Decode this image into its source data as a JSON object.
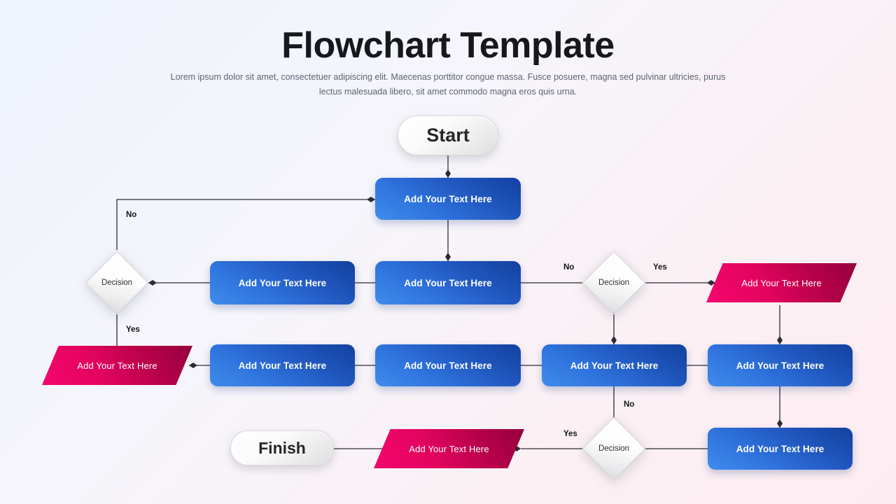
{
  "header": {
    "title": "Flowchart Template",
    "subtitle": "Lorem ipsum dolor sit amet, consectetuer adipiscing elit. Maecenas porttitor congue massa. Fusce posuere, magna sed pulvinar ultricies, purus lectus malesuada libero, sit amet commodo magna eros quis urna."
  },
  "labels": {
    "start": "Start",
    "finish": "Finish",
    "decision": "Decision",
    "process": "Add Your Text Here",
    "yes": "Yes",
    "no": "No"
  },
  "colors": {
    "blue_light": "#3f8ceb",
    "blue_dark": "#13419f",
    "pink_light": "#f5066f",
    "pink_dark": "#96003f",
    "pill_light": "#ffffff",
    "pill_dark": "#dedede",
    "line": "#2c2c34",
    "background_start": "#eff4fd",
    "background_end": "#fdedf2"
  },
  "nodes": {
    "start": {
      "text": "Start"
    },
    "finish": {
      "text": "Finish"
    },
    "process_r1_c3": {
      "text": "Add Your Text Here"
    },
    "process_r2_c2": {
      "text": "Add Your Text Here"
    },
    "process_r2_c3": {
      "text": "Add Your Text Here"
    },
    "process_r3_c2": {
      "text": "Add Your Text Here"
    },
    "process_r3_c3": {
      "text": "Add Your Text Here"
    },
    "process_r3_c4": {
      "text": "Add Your Text Here"
    },
    "process_r3_c5": {
      "text": "Add Your Text Here"
    },
    "process_r4_c5": {
      "text": "Add Your Text Here"
    },
    "data_r3_c1": {
      "text": "Add Your Text Here"
    },
    "data_r2_c5": {
      "text": "Add Your Text Here"
    },
    "data_r4_c3": {
      "text": "Add Your Text Here"
    },
    "decision_left": {
      "text": "Decision"
    },
    "decision_mid": {
      "text": "Decision"
    },
    "decision_bottom": {
      "text": "Decision"
    }
  },
  "edges": {
    "no_top_left": "No",
    "yes_left_down": "Yes",
    "no_mid_left": "No",
    "yes_mid_right": "Yes",
    "no_bottom_up": "No",
    "yes_bottom_left": "Yes"
  }
}
